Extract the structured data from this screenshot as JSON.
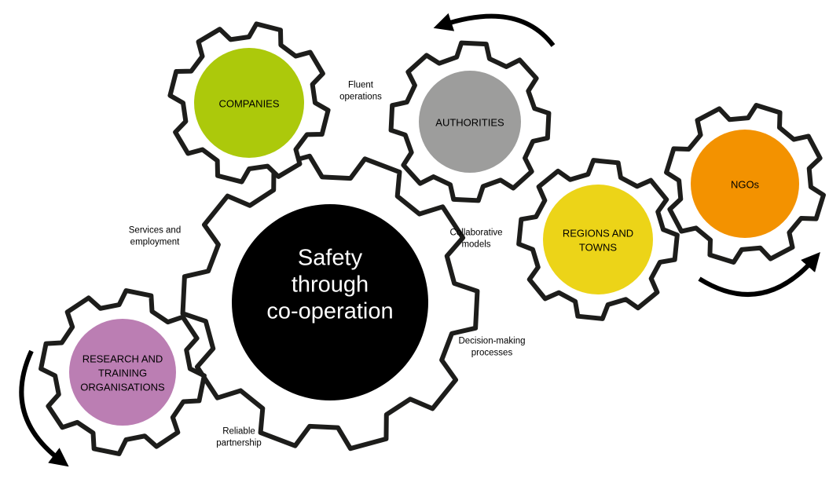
{
  "center": {
    "lines": [
      "Safety",
      "through",
      "co-operation"
    ],
    "color": "#000000"
  },
  "gears": [
    {
      "id": "companies",
      "lines": [
        "COMPANIES"
      ],
      "color": "#acc90b"
    },
    {
      "id": "authorities",
      "lines": [
        "AUTHORITIES"
      ],
      "color": "#9d9d9c"
    },
    {
      "id": "ngos",
      "lines": [
        "NGOs"
      ],
      "color": "#f39200"
    },
    {
      "id": "regions",
      "lines": [
        "REGIONS AND",
        "TOWNS"
      ],
      "color": "#ecd418"
    },
    {
      "id": "research",
      "lines": [
        "RESEARCH AND",
        "TRAINING",
        "ORGANISATIONS"
      ],
      "color": "#bb7eb3"
    }
  ],
  "connections": [
    {
      "id": "fluent",
      "lines": [
        "Fluent",
        "operations"
      ]
    },
    {
      "id": "services",
      "lines": [
        "Services and",
        "employment"
      ]
    },
    {
      "id": "collaborative",
      "lines": [
        "Collaborative",
        "models"
      ]
    },
    {
      "id": "decision",
      "lines": [
        "Decision-making",
        "processes"
      ]
    },
    {
      "id": "reliable",
      "lines": [
        "Reliable",
        "partnership"
      ]
    }
  ],
  "colors": {
    "gear_outline": "#1d1d1b",
    "arrow": "#000000"
  }
}
